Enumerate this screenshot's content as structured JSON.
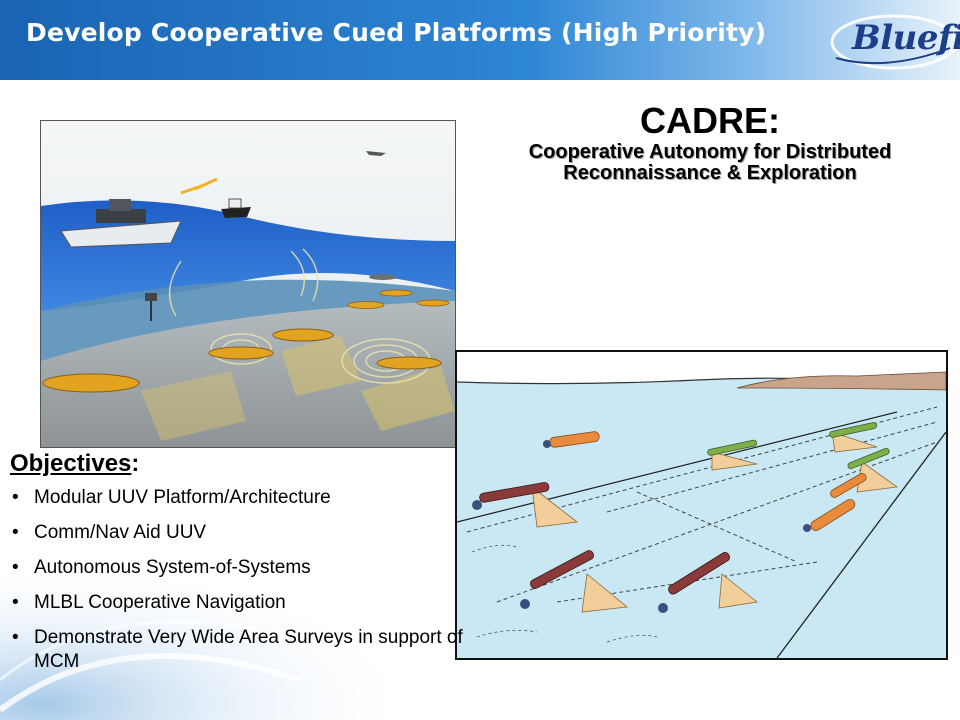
{
  "header": {
    "title": "Develop Cooperative Cued Platforms (High Priority)",
    "logo_text": "Bluefin"
  },
  "cadre": {
    "title": "CADRE:",
    "subtitle_line1": "Cooperative Autonomy for Distributed",
    "subtitle_line2": "Reconnaissance & Exploration"
  },
  "objectives": {
    "heading": "Objectives",
    "heading_suffix": ":",
    "items": [
      "Modular UUV Platform/Architecture",
      "Comm/Nav Aid UUV",
      "Autonomous System-of-Systems",
      "MLBL Cooperative Navigation",
      "Demonstrate Very Wide Area Surveys in support of MCM"
    ]
  },
  "colors": {
    "header_blue": "#1b63b3",
    "logo_navy": "#1d3f8a",
    "sea_blue": "#2f6fd0",
    "seafloor": "#9ca4a8",
    "uuv_yellow": "#e2a321",
    "diagram_water": "#c9e8f4",
    "uuv_maroon": "#8b3a3a",
    "uuv_orange": "#e88b3c",
    "sensor_cone": "#f2cf9a"
  }
}
